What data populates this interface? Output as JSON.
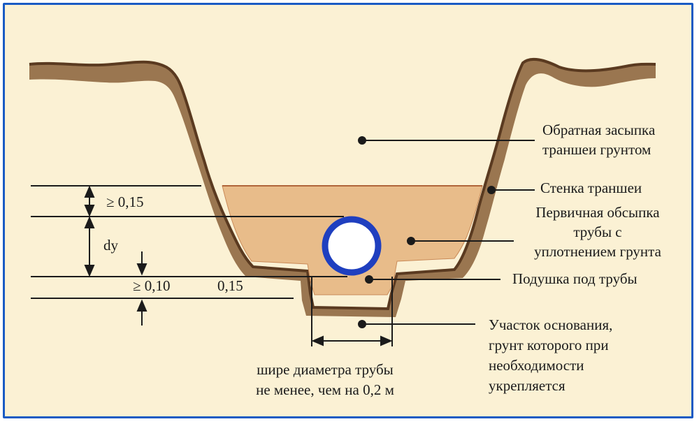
{
  "colors": {
    "frame": "#1a5bc4",
    "background": "#fbf1d4",
    "soil_edge": "#5a3a20",
    "soil_shadow": "#9a7650",
    "sand_fill": "#e8bc8a",
    "pipe_ring": "#1f3fbf"
  },
  "labels": {
    "backfill_line1": "Обратная засыпка",
    "backfill_line2": "траншеи грунтом",
    "trench_wall": "Стенка траншеи",
    "primary_fill_line1": "Первичная обсыпка",
    "primary_fill_line2": "трубы с",
    "primary_fill_line3": "уплотнением грунта",
    "pipe_bed": "Подушка под трубы",
    "base_line1": "Участок основания,",
    "base_line2": "грунт которого при",
    "base_line3": "необходимости",
    "base_line4": "укрепляется",
    "width_note_line1": "шире диаметра трубы",
    "width_note_line2": "не менее, чем на 0,2 м"
  },
  "dimensions": {
    "top_cover": "≥ 0,15",
    "diameter": "dy",
    "bed_thickness": "≥ 0,10",
    "bed_side": "0,15"
  }
}
